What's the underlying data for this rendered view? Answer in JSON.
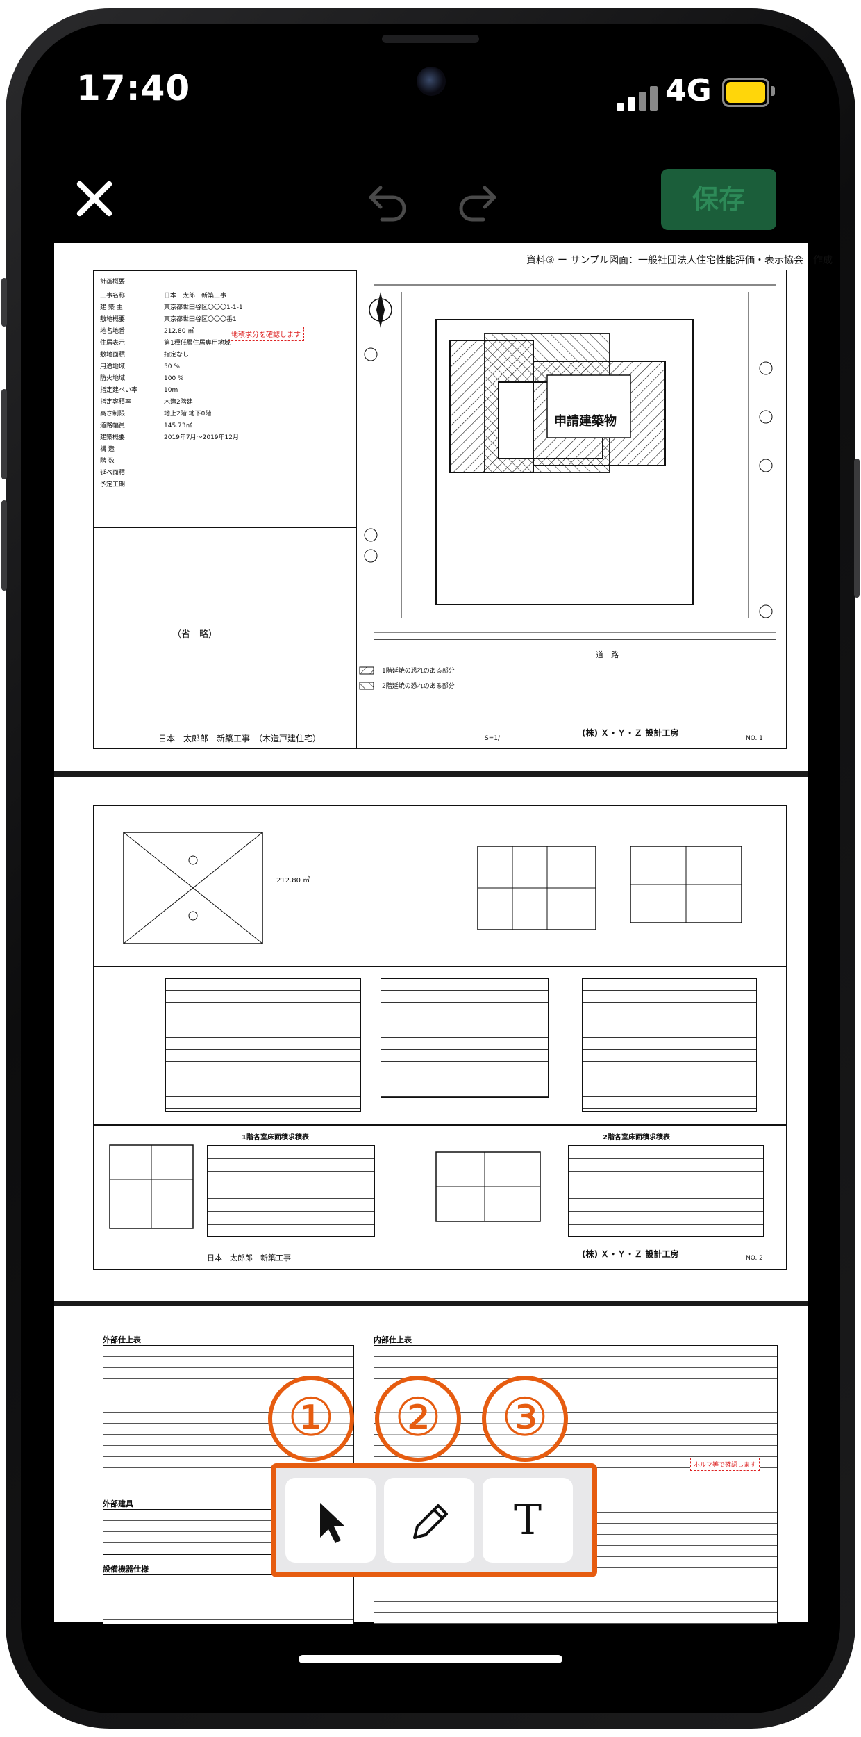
{
  "status_bar": {
    "time": "17:40",
    "network": "4G",
    "battery_color": "#ffd60a"
  },
  "toolbar": {
    "close_icon": "close-icon",
    "undo_icon": "undo-icon",
    "redo_icon": "redo-icon",
    "save_label": "保存"
  },
  "document": {
    "page1": {
      "header": "資料③ ー サンプル図面：一般社団法人住宅性能評価・表示協会　作成",
      "building_label": "申請建築物",
      "footer_owner": "日本　太郎郎　新築工事　（木造戸建住宅）",
      "footer_company": "(株) Ｘ・Ｙ・Ｚ 設計工房",
      "footer_scale": "S=1/",
      "footer_no": "NO. 1",
      "omit_label": "（省　略）",
      "road_label": "道　路",
      "legend_1": "1階延焼の恐れのある部分",
      "legend_2": "2階延焼の恐れのある部分",
      "note_red": "地積求分を確認します"
    },
    "page2": {
      "footer_owner": "日本　太郎郎　新築工事",
      "footer_company": "(株) Ｘ・Ｙ・Ｚ 設計工房",
      "footer_no": "NO. 2",
      "total_area": "212.80 ㎡",
      "floor1_title": "1階各室床面積求積表",
      "floor2_title": "2階各室床面積求積表"
    },
    "page3": {
      "exterior_title": "外部仕上表",
      "interior_title": "内部仕上表",
      "fixtures_title": "外部建具",
      "equipment_title": "設備機器仕様",
      "note_red": "ホルマ等で確認します"
    }
  },
  "annotation_tools": {
    "markers": [
      "①",
      "②",
      "③"
    ],
    "tools": [
      {
        "name": "select",
        "icon": "cursor-icon"
      },
      {
        "name": "draw",
        "icon": "pencil-icon"
      },
      {
        "name": "text",
        "label": "T",
        "icon": "text-icon"
      }
    ],
    "highlight_color": "#e65c10"
  }
}
